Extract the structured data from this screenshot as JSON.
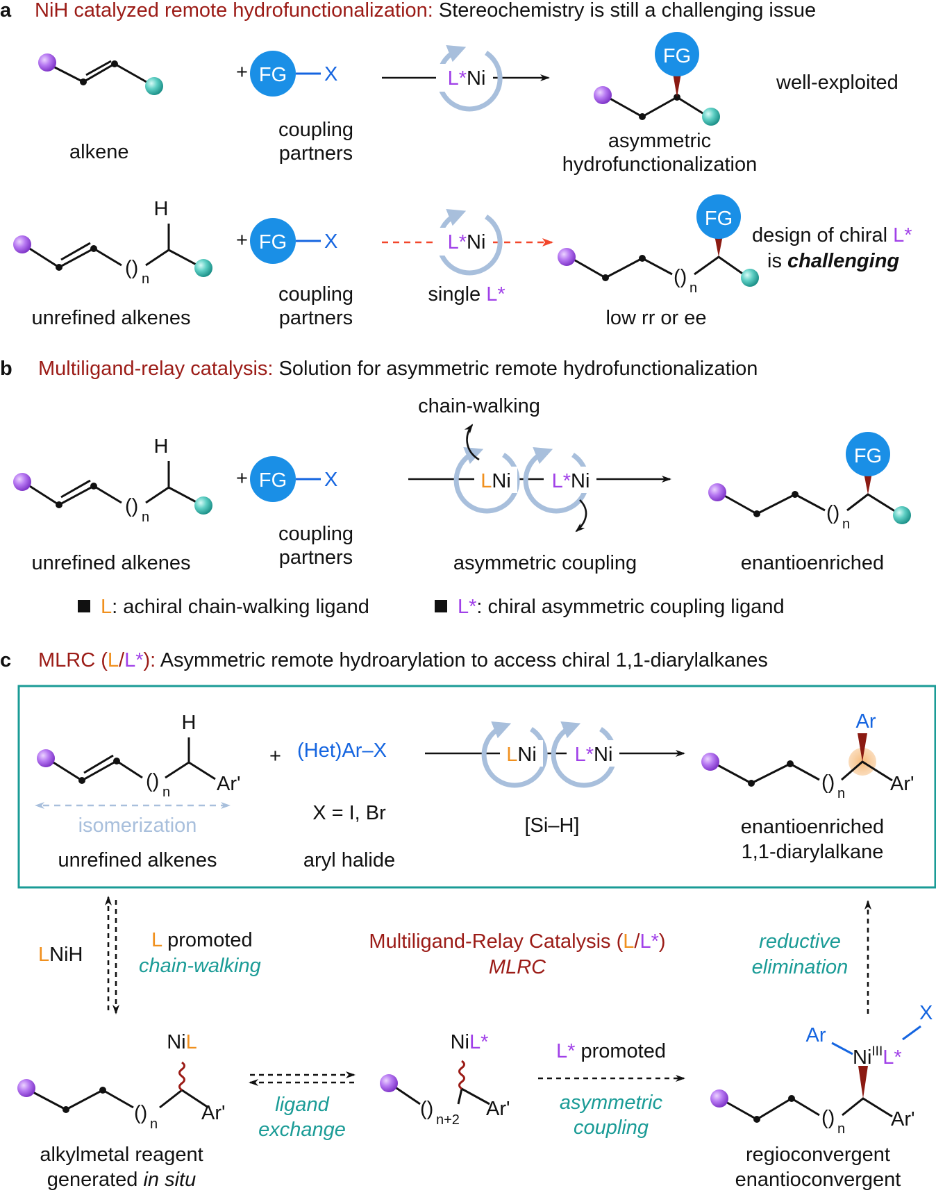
{
  "panel_a": {
    "letter": "a",
    "title_colored": "NiH catalyzed remote hydrofunctionalization:",
    "title_rest": " Stereochemistry is still a challenging issue",
    "row1": {
      "alkene_label": "alkene",
      "plus": "+",
      "fg": "FG",
      "x": "X",
      "partner_label_1": "coupling",
      "partner_label_2": "partners",
      "cat_l": "L*",
      "cat_ni": "Ni",
      "product_label_1": "asymmetric",
      "product_label_2": "hydrofunctionalization",
      "note": "well-exploited"
    },
    "row2": {
      "h": "H",
      "n_paren": "()",
      "n_sub": "n",
      "alkene_label": "unrefined alkenes",
      "plus": "+",
      "fg": "FG",
      "x": "X",
      "partner_label_1": "coupling",
      "partner_label_2": "partners",
      "cat_l": "L*",
      "cat_ni": "Ni",
      "single_text": "single ",
      "single_l": "L*",
      "product_label": "low rr or ee",
      "note_1_a": "design of chiral ",
      "note_1_b": "L*",
      "note_2_a": "is ",
      "note_2_b": "challenging"
    }
  },
  "panel_b": {
    "letter": "b",
    "title_colored": "Multiligand-relay catalysis:",
    "title_rest": " Solution for asymmetric remote hydrofunctionalization",
    "h": "H",
    "n_paren": "()",
    "n_sub": "n",
    "alkene_label": "unrefined alkenes",
    "plus": "+",
    "fg": "FG",
    "x": "X",
    "partner_label_1": "coupling",
    "partner_label_2": "partners",
    "chain_walking": "chain-walking",
    "cat1_l": "L",
    "cat1_ni": "Ni",
    "cat2_l": "L*",
    "cat2_ni": "Ni",
    "asym_coupling": "asymmetric coupling",
    "product_label": "enantioenriched",
    "legend_1_l": "L",
    "legend_1_text": ": achiral chain-walking ligand",
    "legend_2_l": "L*",
    "legend_2_text": ": chiral asymmetric coupling ligand"
  },
  "panel_c": {
    "letter": "c",
    "title_a": "MLRC (",
    "title_l": "L",
    "title_slash": "/",
    "title_ls": "L*",
    "title_b": "):",
    "title_rest": " Asymmetric remote hydroarylation to access chiral 1,1-diarylalkanes",
    "box": {
      "h": "H",
      "ar_prime": "Ar'",
      "n_paren": "()",
      "n_sub": "n",
      "isomerization": "isomerization",
      "alkene_label": "unrefined alkenes",
      "plus": "+",
      "aryl_x": "(Het)Ar–X",
      "x_def": "X = I, Br",
      "aryl_label": "aryl halide",
      "cat1_l": "L",
      "cat1_ni": "Ni",
      "cat2_l": "L*",
      "cat2_ni": "Ni",
      "silane": "[Si–H]",
      "ar": "Ar",
      "product_label_1": "enantioenriched",
      "product_label_2": "1,1-diarylalkane"
    },
    "cycle": {
      "lnih_l": "L",
      "lnih_rest": "NiH",
      "promoted_l": "L",
      "promoted_text": " promoted",
      "chain_walking": "chain-walking",
      "center_title_a": "Multiligand-Relay Catalysis (",
      "center_l": "L",
      "center_slash": "/",
      "center_ls": "L*",
      "center_close": ")",
      "center_sub": "MLRC",
      "reductive": "reductive",
      "elimination": "elimination",
      "int1_ni": "Ni",
      "int1_l": "L",
      "int1_ar": "Ar'",
      "int1_label_1": "alkylmetal reagent",
      "int1_label_2a": "generated ",
      "int1_label_2b": "in situ",
      "ligand": "ligand",
      "exchange": "exchange",
      "int2_ni": "Ni",
      "int2_l": "L*",
      "int2_ar": "Ar'",
      "int2_sub": "n+2",
      "promoted2_l": "L*",
      "promoted2_text": " promoted",
      "asymmetric": "asymmetric",
      "coupling": "coupling",
      "int3_ar": "Ar",
      "int3_x": "X",
      "int3_ni": "Ni",
      "int3_ox": "III",
      "int3_l": "L*",
      "int3_arp": "Ar'",
      "int3_label_1": "regioconvergent",
      "int3_label_2": "enantioconvergent"
    }
  },
  "colors": {
    "dark_red": "#9b1b16",
    "teal": "#1a9b96",
    "blue": "#1565e0",
    "orange": "#f0901e",
    "purple": "#a040e8",
    "light_blue": "#a8bfdc",
    "fg_circle": "#1a8fe6",
    "wedge": "#8b1a12"
  }
}
